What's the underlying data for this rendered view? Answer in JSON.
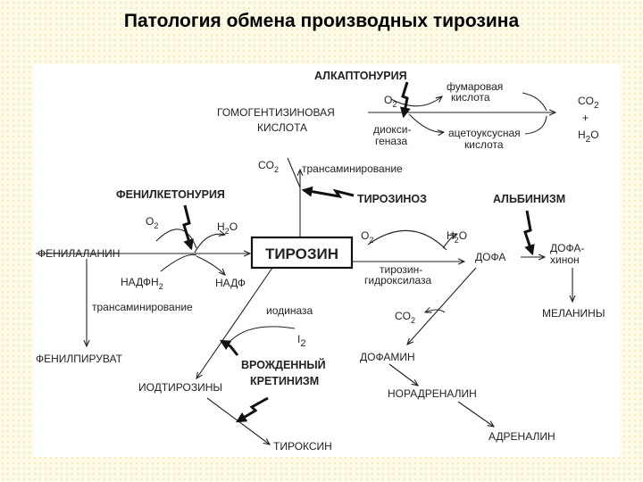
{
  "title": "Патология обмена производных тирозина",
  "diseases": {
    "alkaptonuria": "АЛКАПТОНУРИЯ",
    "phenylketonuria": "ФЕНИЛКЕТОНУРИЯ",
    "tyrosinosis": "ТИРОЗИНОЗ",
    "albinism": "АЛЬБИНИЗМ",
    "cretinism_line1": "ВРОЖДЕННЫЙ",
    "cretinism_line2": "КРЕТИНИЗМ"
  },
  "metabolites": {
    "tyrosine": "ТИРОЗИН",
    "phenylalanine": "ФЕНИЛАЛАНИН",
    "phenylpyruvate": "ФЕНИЛПИРУВАТ",
    "homogentisic_line1": "ГОМОГЕНТИЗИНОВАЯ",
    "homogentisic_line2": "КИСЛОТА",
    "fumaric_line1": "фумаровая",
    "fumaric_line2": "кислота",
    "acetoacetic_line1": "ацетоуксусная",
    "acetoacetic_line2": "кислота",
    "dopa": "ДОФА",
    "dopa_quinone_line1": "ДОФА-",
    "dopa_quinone_line2": "хинон",
    "melanins": "МЕЛАНИНЫ",
    "dopamine": "ДОФАМИН",
    "noradrenaline": "НОРАДРЕНАЛИН",
    "adrenaline": "АДРЕНАЛИН",
    "iodotyrosines": "ИОДТИРОЗИНЫ",
    "thyroxine": "ТИРОКСИН"
  },
  "enzymes": {
    "transamination_top": "трансаминирование",
    "transamination_left": "трансаминирование",
    "dioxygenase_line1": "диокси-",
    "dioxygenase_line2": "геназа",
    "tyrosine_hydroxylase_line1": "тирозин-",
    "tyrosine_hydroxylase_line2": "гидроксилаза",
    "iodinase": "иодиназа"
  },
  "cofactors": {
    "o2": "O",
    "sub2": "2",
    "h2": "H",
    "o": "O",
    "co": "CO",
    "plus": "+",
    "nadph": "НАДФН",
    "nadp": "НАДФ",
    "iodine": "I"
  }
}
